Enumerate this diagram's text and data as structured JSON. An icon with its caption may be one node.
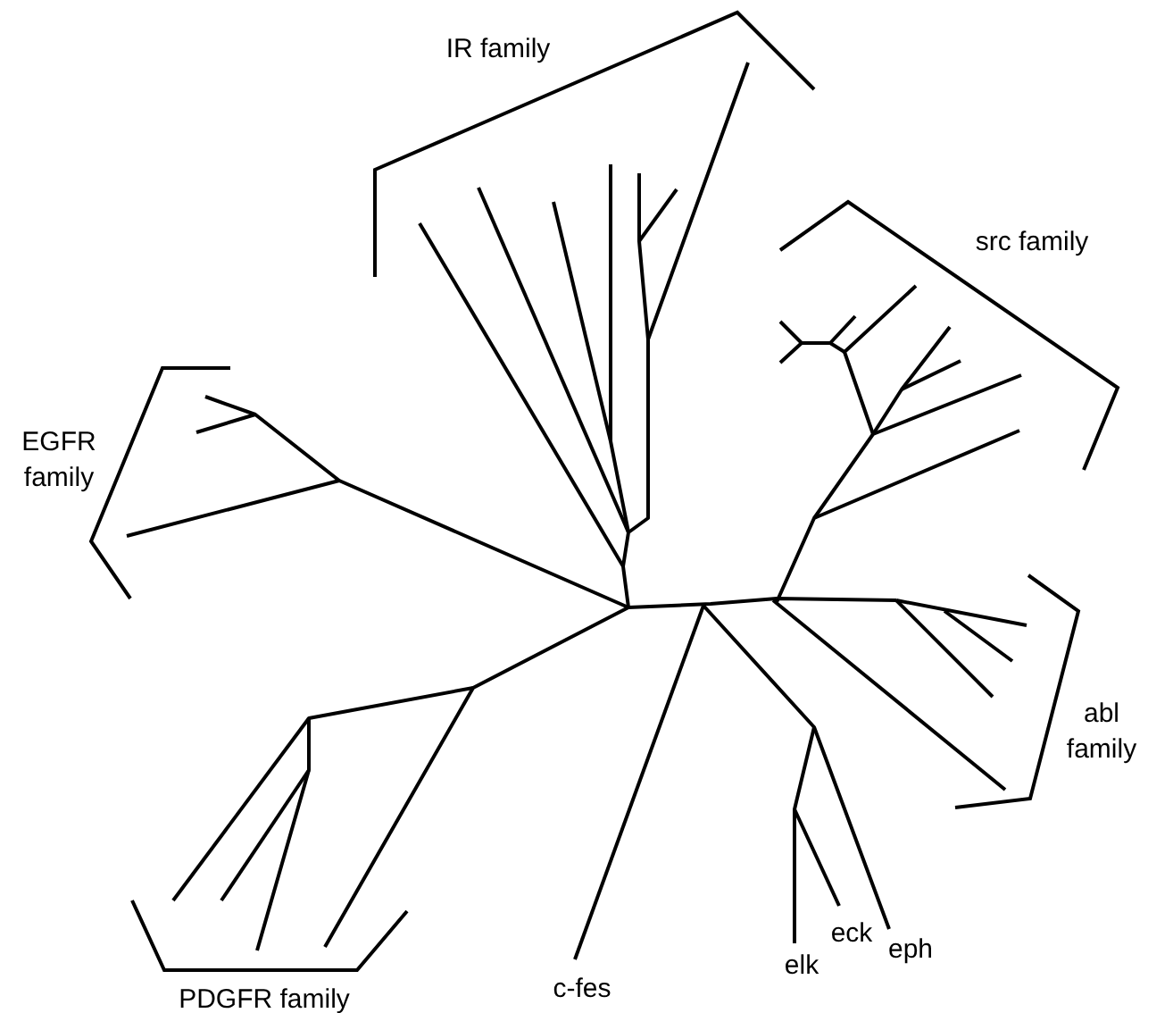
{
  "diagram": {
    "labels": [
      "IR family",
      "src family",
      "EGFR family",
      "abl family",
      "eck",
      "eph",
      "elk",
      "PDGFR family",
      "c-fes"
    ]
  }
}
